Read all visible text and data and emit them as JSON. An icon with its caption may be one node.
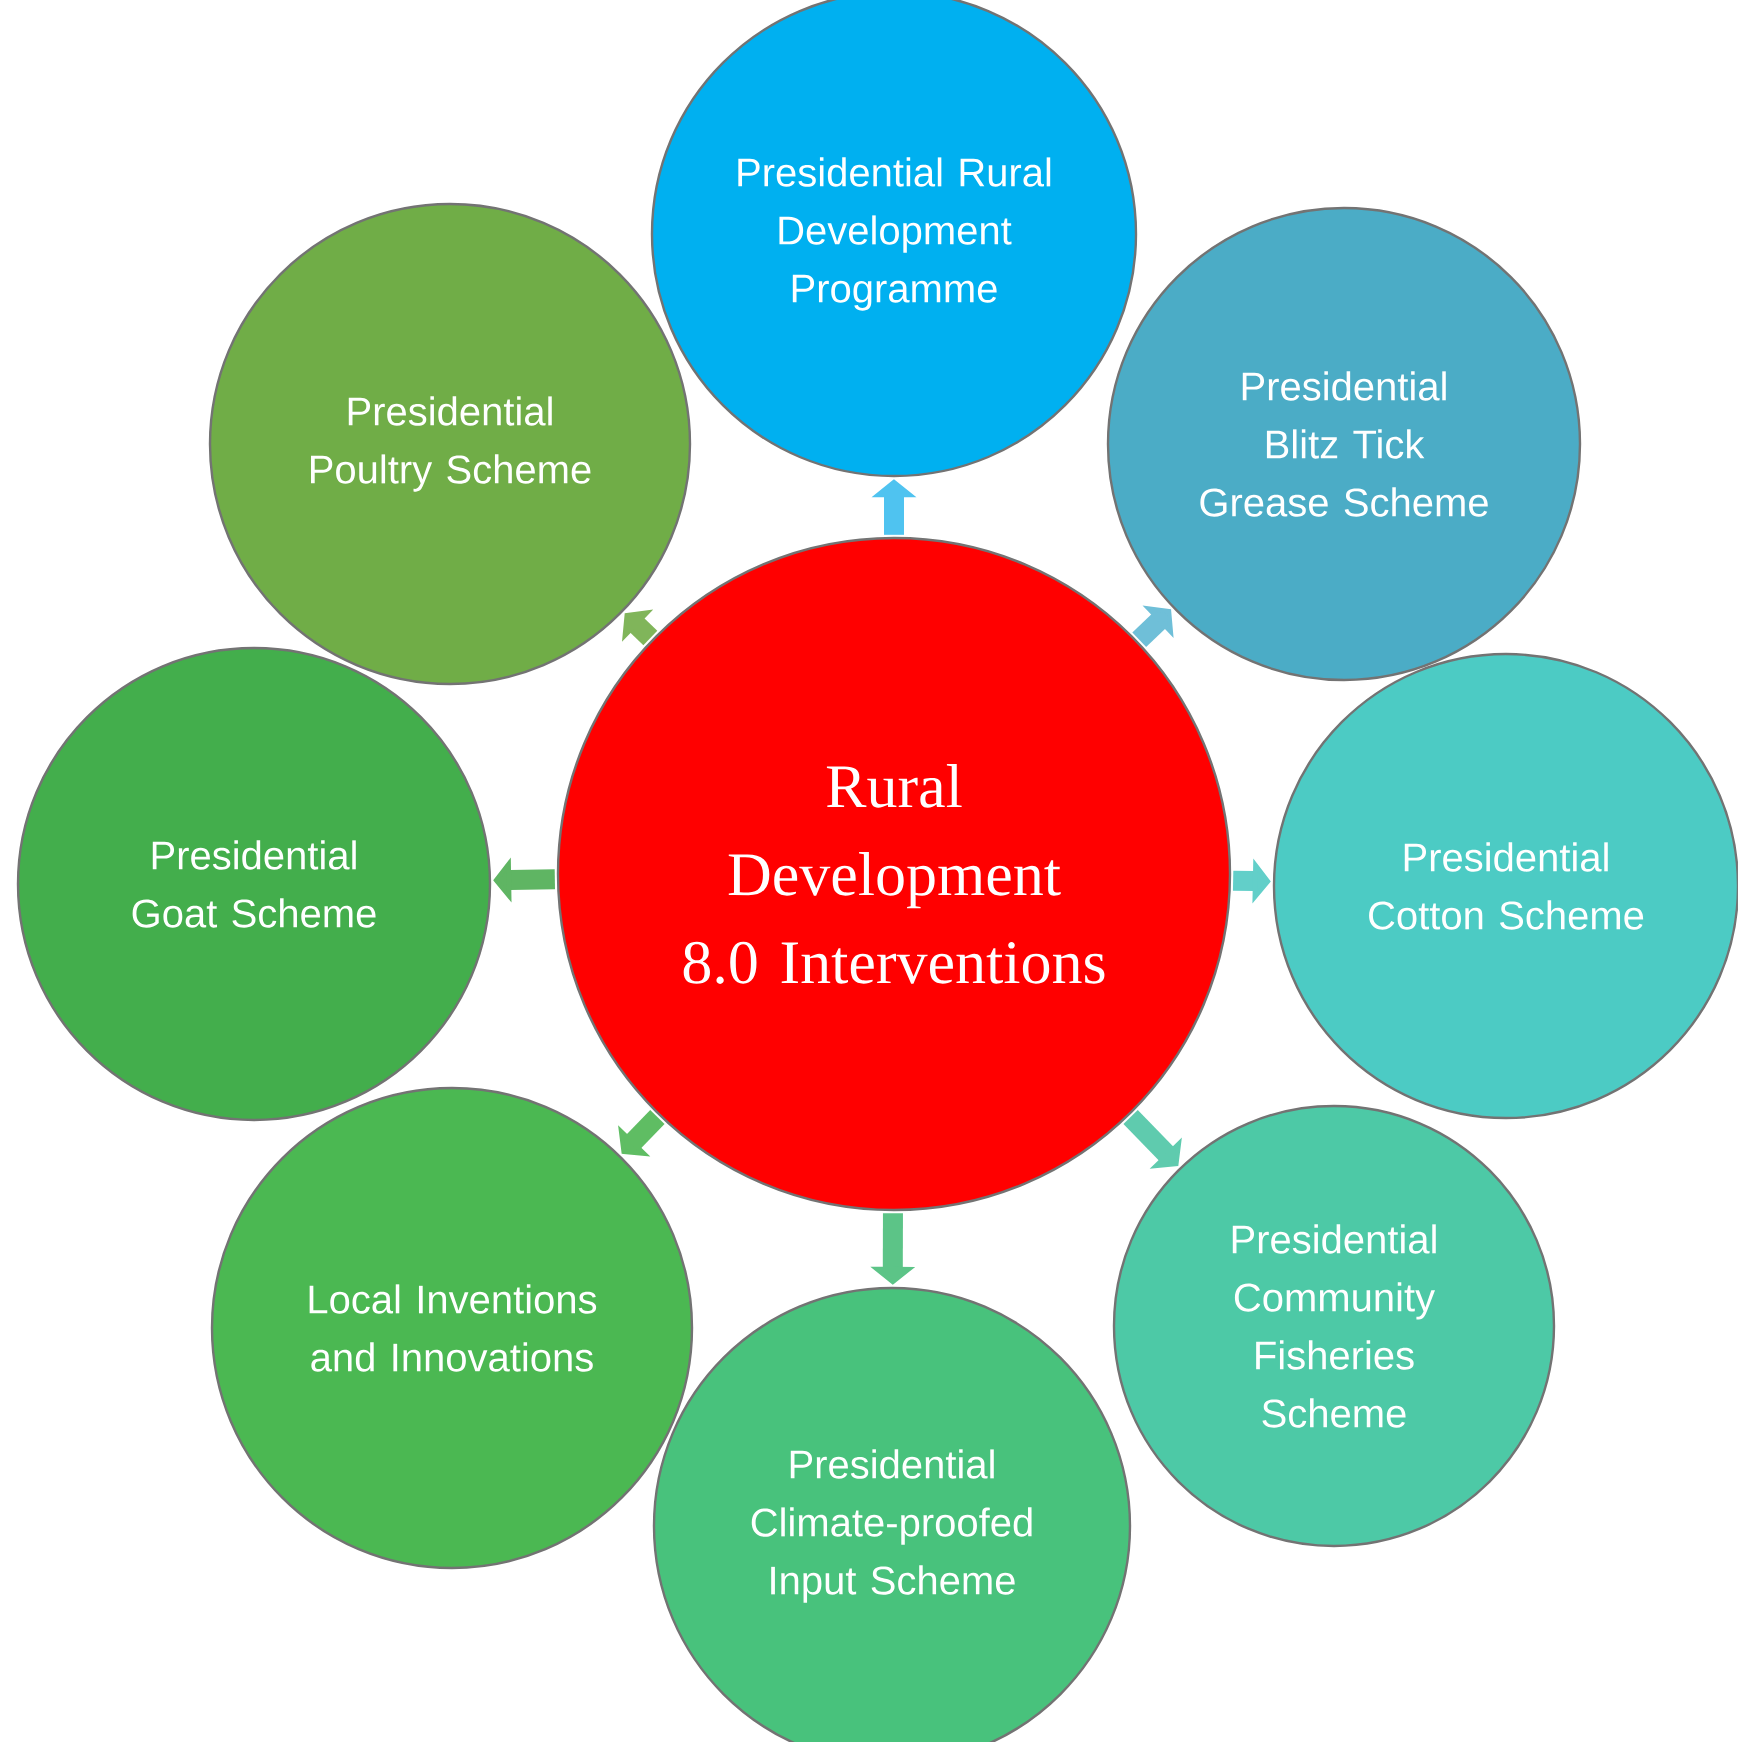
{
  "diagram": {
    "nodes": [
      {
        "text": [
          "Rural Development 8.0 Interventions"
        ]
      },
      {
        "text": [
          "Presidential Rural Development Programme"
        ]
      },
      {
        "text": [
          "Presidential Blitz Tick Grease Scheme"
        ]
      },
      {
        "text": [
          "Presidential Cotton Scheme"
        ]
      },
      {
        "text": [
          "Presidential Community Fisheries Scheme"
        ]
      },
      {
        "text": [
          "Presidential Climate-proofed Input Scheme"
        ]
      },
      {
        "text": [
          "Local Inventions and Innovations"
        ]
      },
      {
        "text": [
          "Presidential Goat Scheme"
        ]
      },
      {
        "text": [
          "Presidential Poultry Scheme"
        ]
      }
    ],
    "edges": [
      {
        "from": 0,
        "to": 1,
        "arrow": "to",
        "color": "#4fc3f0"
      },
      {
        "from": 0,
        "to": 2,
        "arrow": "to",
        "color": "#6fbfd8"
      },
      {
        "from": 0,
        "to": 3,
        "arrow": "to",
        "color": "#62cfc9"
      },
      {
        "from": 0,
        "to": 4,
        "arrow": "to",
        "color": "#5fcbae"
      },
      {
        "from": 0,
        "to": 5,
        "arrow": "to",
        "color": "#5cc487"
      },
      {
        "from": 0,
        "to": 6,
        "arrow": "to",
        "color": "#5fbd63"
      },
      {
        "from": 0,
        "to": 7,
        "arrow": "to",
        "color": "#5fb563"
      },
      {
        "from": 0,
        "to": 8,
        "arrow": "to",
        "color": "#80b55a"
      }
    ]
  }
}
